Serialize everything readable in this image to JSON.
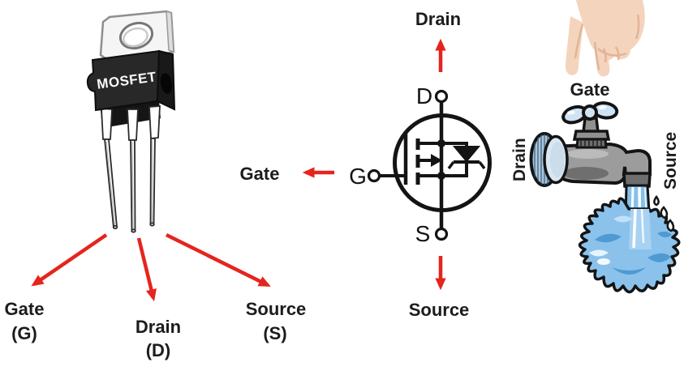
{
  "package": {
    "chip_label": "MOSFET",
    "pins": [
      {
        "name": "Gate",
        "abbr": "(G)"
      },
      {
        "name": "Drain",
        "abbr": "(D)"
      },
      {
        "name": "Source",
        "abbr": "(S)"
      }
    ]
  },
  "symbol": {
    "drain_label": "Drain",
    "gate_label": "Gate",
    "source_label": "Source",
    "d": "D",
    "g": "G",
    "s": "S"
  },
  "analogy": {
    "gate_label": "Gate",
    "drain_label": "Drain",
    "source_label": "Source"
  },
  "colors": {
    "arrow_red": "#e5251d",
    "text_black": "#1c1c1c",
    "package_black": "#282828",
    "faucet_gray": "#9c9c9c",
    "handle_blue": "#cfe3f4",
    "water_blue": "#8ac2ec",
    "skin": "#f4d4bd"
  }
}
